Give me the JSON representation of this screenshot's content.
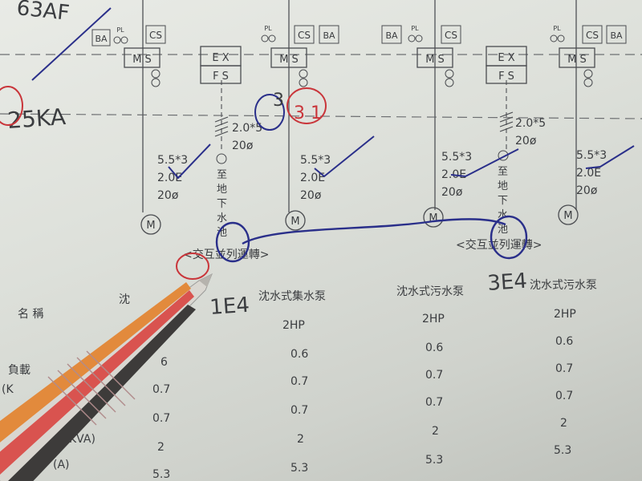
{
  "photo": {
    "handwriting": {
      "top_left": "63AF",
      "breaker": "25KA",
      "circled_3": "3",
      "circled_31": "3 1",
      "label_1": "1E4",
      "label_2": "3E4"
    },
    "panel_blocks": {
      "ms": "M S",
      "ex": "E X",
      "fs": "F S",
      "cs": "CS",
      "ba": "BA",
      "pl": "PL",
      "motor": "M"
    },
    "feeders": [
      {
        "l1": "5.5*3",
        "l2": "2.0E",
        "l3": "20ø"
      },
      {
        "l1": "5.5*3",
        "l2": "2.0E",
        "l3": "20ø"
      },
      {
        "l1": "5.5*3",
        "l2": "2.0E",
        "l3": "20ø"
      },
      {
        "l1": "5.5*3",
        "l2": "2.0E",
        "l3": "20ø"
      }
    ],
    "sensor_feeders": [
      {
        "l1": "2.0*5",
        "l2": "20ø",
        "vertical": "至地下水池"
      },
      {
        "l1": "2.0*5",
        "l2": "20ø",
        "vertical": "至地下水池"
      }
    ],
    "alternating_label": "<交互並列運轉>",
    "table": {
      "row_labels": [
        "名 稱",
        "負載",
        "(K",
        "KVA)",
        "(A)"
      ],
      "columns": [
        {
          "name": "沈水式集水泵",
          "hp": "2HP",
          "values": [
            "0.6",
            "0.7",
            "0.7",
            "2",
            "5.3"
          ]
        },
        {
          "name": "沈水式污水泵",
          "hp": "2HP",
          "values": [
            "0.6",
            "0.7",
            "0.7",
            "2",
            "5.3"
          ]
        },
        {
          "name": "沈水式污水泵",
          "hp": "2HP",
          "values": [
            "0.6",
            "0.7",
            "0.7",
            "2",
            "5.3"
          ]
        }
      ],
      "partial_left_values": [
        "6",
        "0.7",
        "0.7",
        "2",
        "5.3"
      ],
      "partial_left_header": "沈"
    }
  }
}
